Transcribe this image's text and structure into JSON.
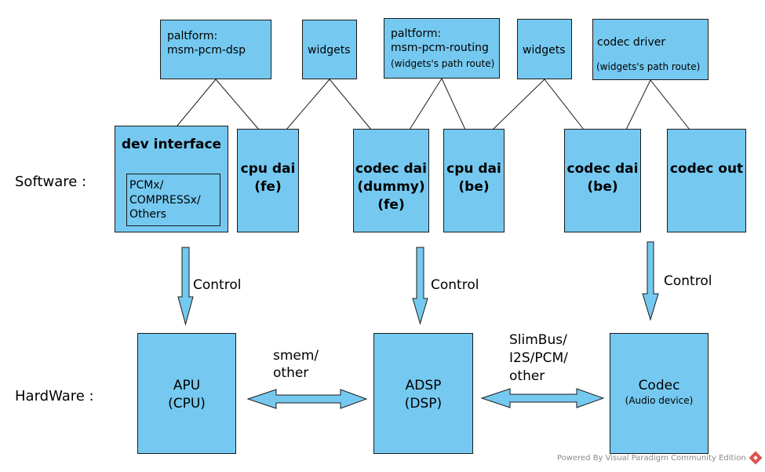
{
  "top_labels": {
    "platform_dsp": [
      "paltform:",
      "msm-pcm-dsp"
    ],
    "widgets_1": "widgets",
    "platform_routing": [
      "paltform:",
      "msm-pcm-routing"
    ],
    "platform_routing_note": "(widgets's path route)",
    "widgets_2": "widgets",
    "codec_driver": "codec driver",
    "codec_driver_note": "(widgets's path route)"
  },
  "software_boxes": {
    "dev_interface_title": "dev interface",
    "dev_interface_inner": [
      "PCMx/",
      "COMPRESSx/",
      "Others"
    ],
    "cpu_dai_fe": [
      "cpu dai",
      "(fe)"
    ],
    "codec_dai_fe": [
      "codec dai",
      "(dummy)",
      "(fe)"
    ],
    "cpu_dai_be": [
      "cpu dai",
      "(be)"
    ],
    "codec_dai_be": [
      "codec dai",
      "(be)"
    ],
    "codec_out": "codec out"
  },
  "row_labels": {
    "software": "Software :",
    "hardware": "HardWare :"
  },
  "controls": [
    "Control",
    "Control",
    "Control"
  ],
  "hardware_boxes": {
    "apu": [
      "APU",
      "(CPU)"
    ],
    "adsp": [
      "ADSP",
      "(DSP)"
    ],
    "codec": "Codec",
    "codec_note": "(Audio device)"
  },
  "links": {
    "apu_adsp": [
      "smem/",
      "other"
    ],
    "adsp_codec": [
      "SlimBus/",
      "I2S/PCM/",
      "other"
    ]
  },
  "footer": "Powered By Visual Paradigm Community Edition",
  "colors": {
    "box_fill": "#75C9F0",
    "outline": "#1b1b1b",
    "footer_text": "#8a8a8a",
    "logo": "#d9534f"
  }
}
